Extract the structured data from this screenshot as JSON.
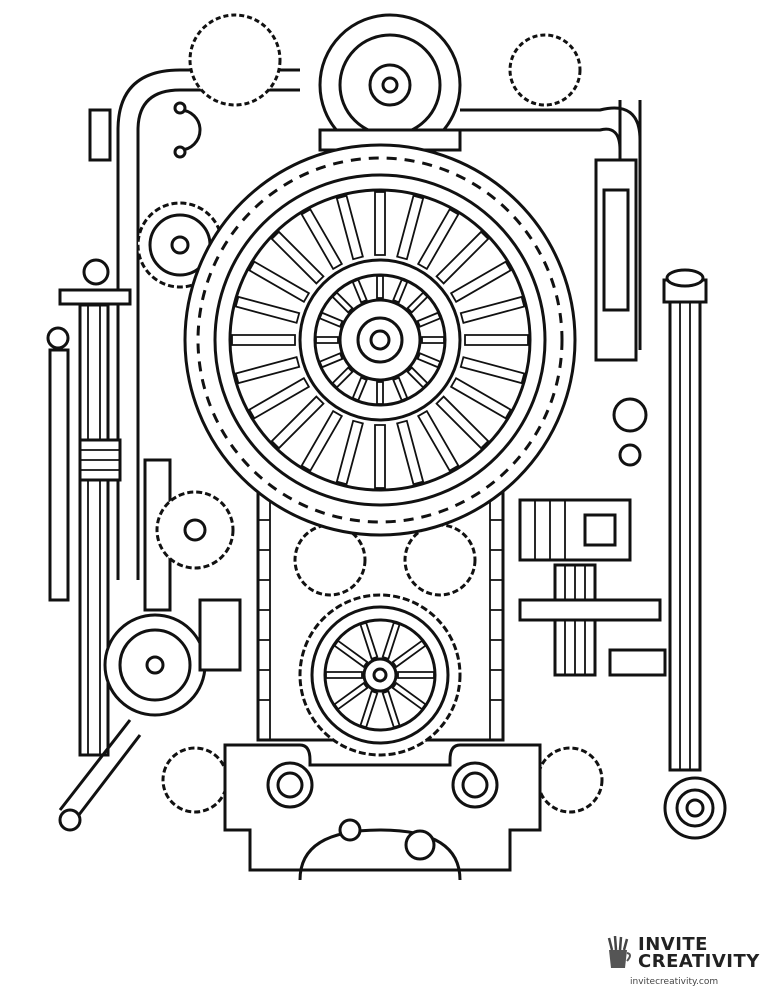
{
  "brand": {
    "line1": "INVITE",
    "line2": "CREATIVITY",
    "url": "invitecreativity.com",
    "icon": "pencil-cup-icon"
  },
  "colors": {
    "ink": "#111111",
    "paper": "#ffffff"
  }
}
